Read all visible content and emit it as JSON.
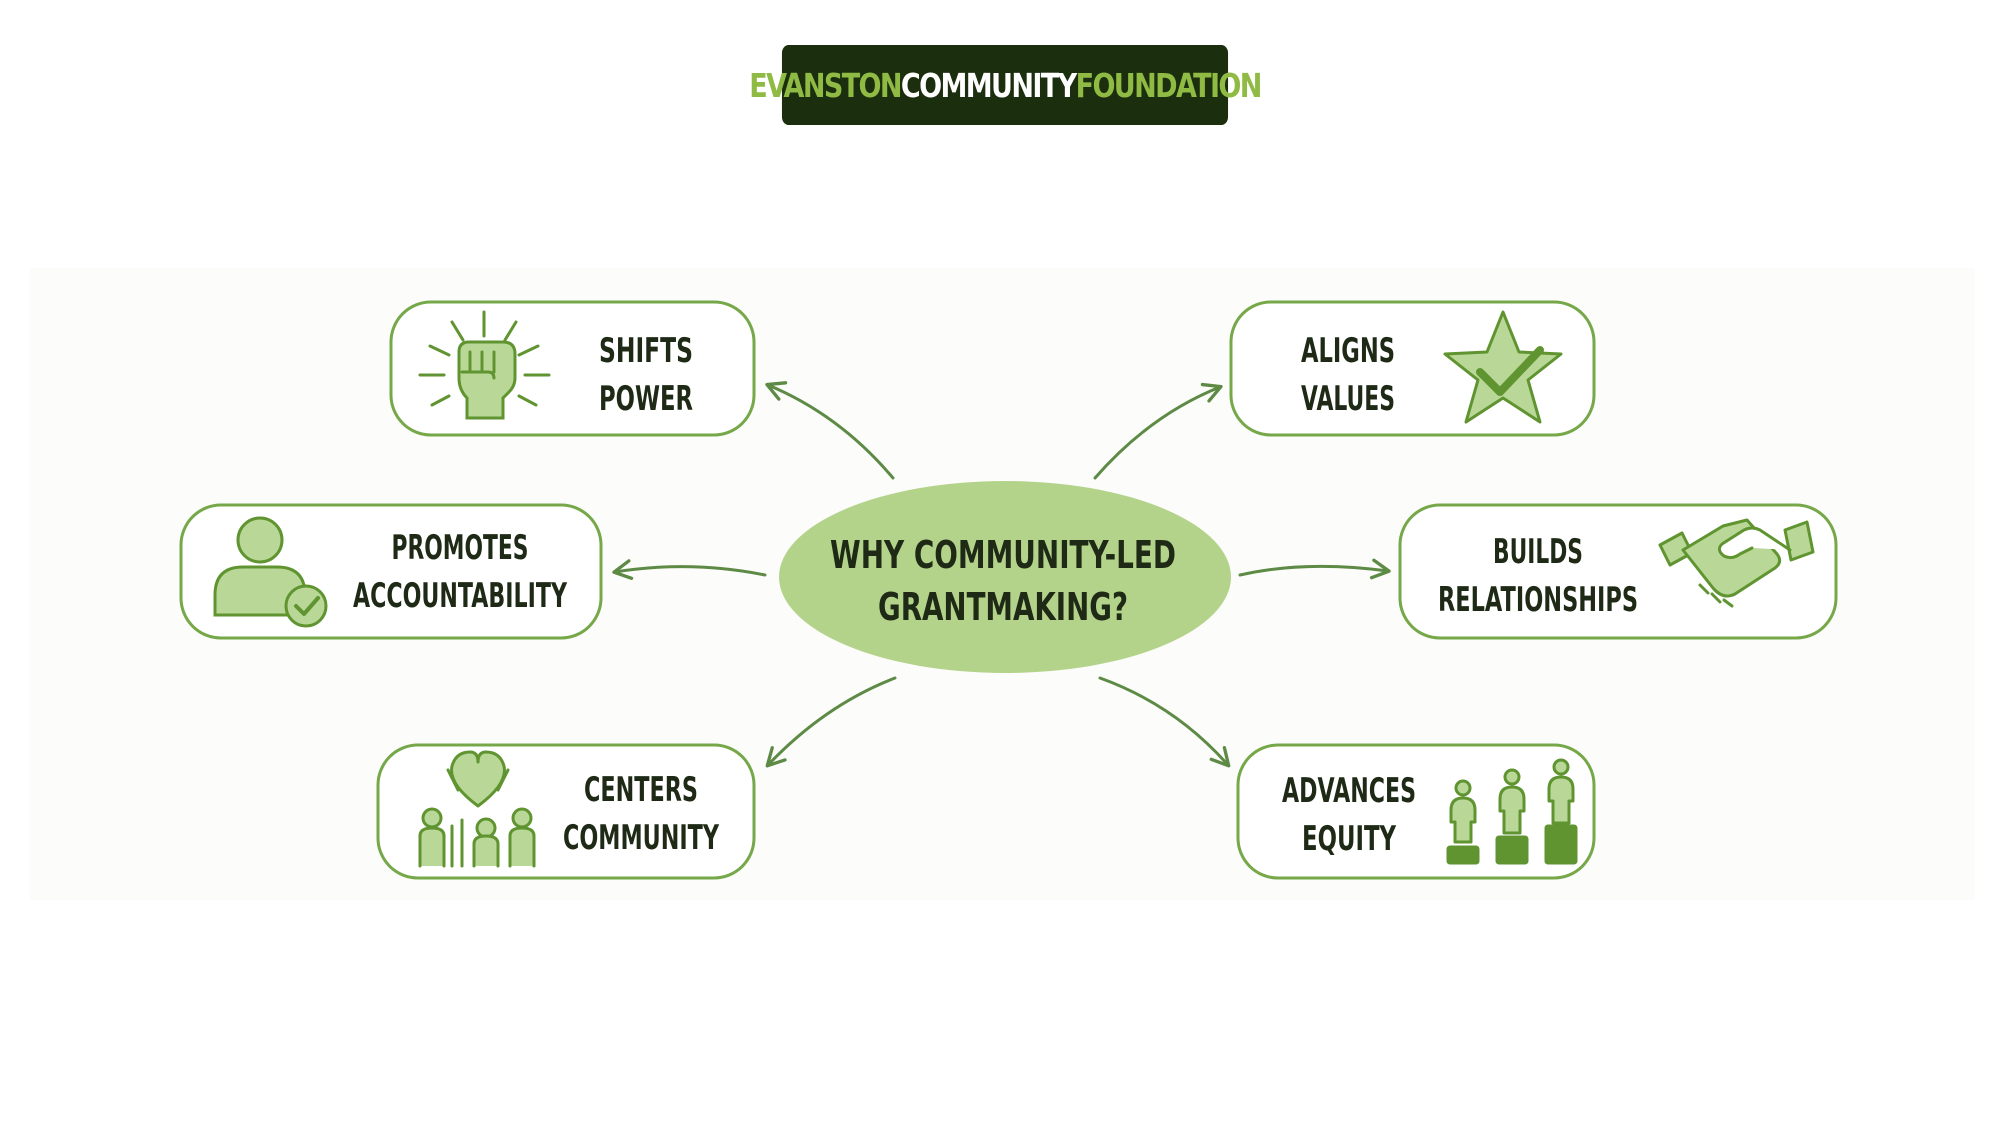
{
  "banner": {
    "word1": "EVANSTON",
    "word2": "COMMUNITY",
    "word3": "FOUNDATION",
    "bg_color": "#1b2e0d",
    "accent_color": "#8fba44"
  },
  "center": {
    "line1": "WHY COMMUNITY-LED",
    "line2": "GRANTMAKING?",
    "fill_color": "#b3d38a"
  },
  "nodes": {
    "shifts_power": {
      "line1": "SHIFTS",
      "line2": "POWER",
      "icon": "raised-fist-icon"
    },
    "aligns_values": {
      "line1": "ALIGNS",
      "line2": "VALUES",
      "icon": "star-check-icon"
    },
    "promotes_accountability": {
      "line1": "PROMOTES",
      "line2": "ACCOUNTABILITY",
      "icon": "person-check-icon"
    },
    "builds_relationships": {
      "line1": "BUILDS",
      "line2": "RELATIONSHIPS",
      "icon": "handshake-icon"
    },
    "centers_community": {
      "line1": "CENTERS",
      "line2": "COMMUNITY",
      "icon": "community-heart-icon"
    },
    "advances_equity": {
      "line1": "ADVANCES",
      "line2": "EQUITY",
      "icon": "equity-podium-icon"
    }
  },
  "colors": {
    "border": "#76a84a",
    "icon_fill": "#b9d796",
    "icon_stroke": "#5f9430",
    "text": "#1e2a16"
  }
}
